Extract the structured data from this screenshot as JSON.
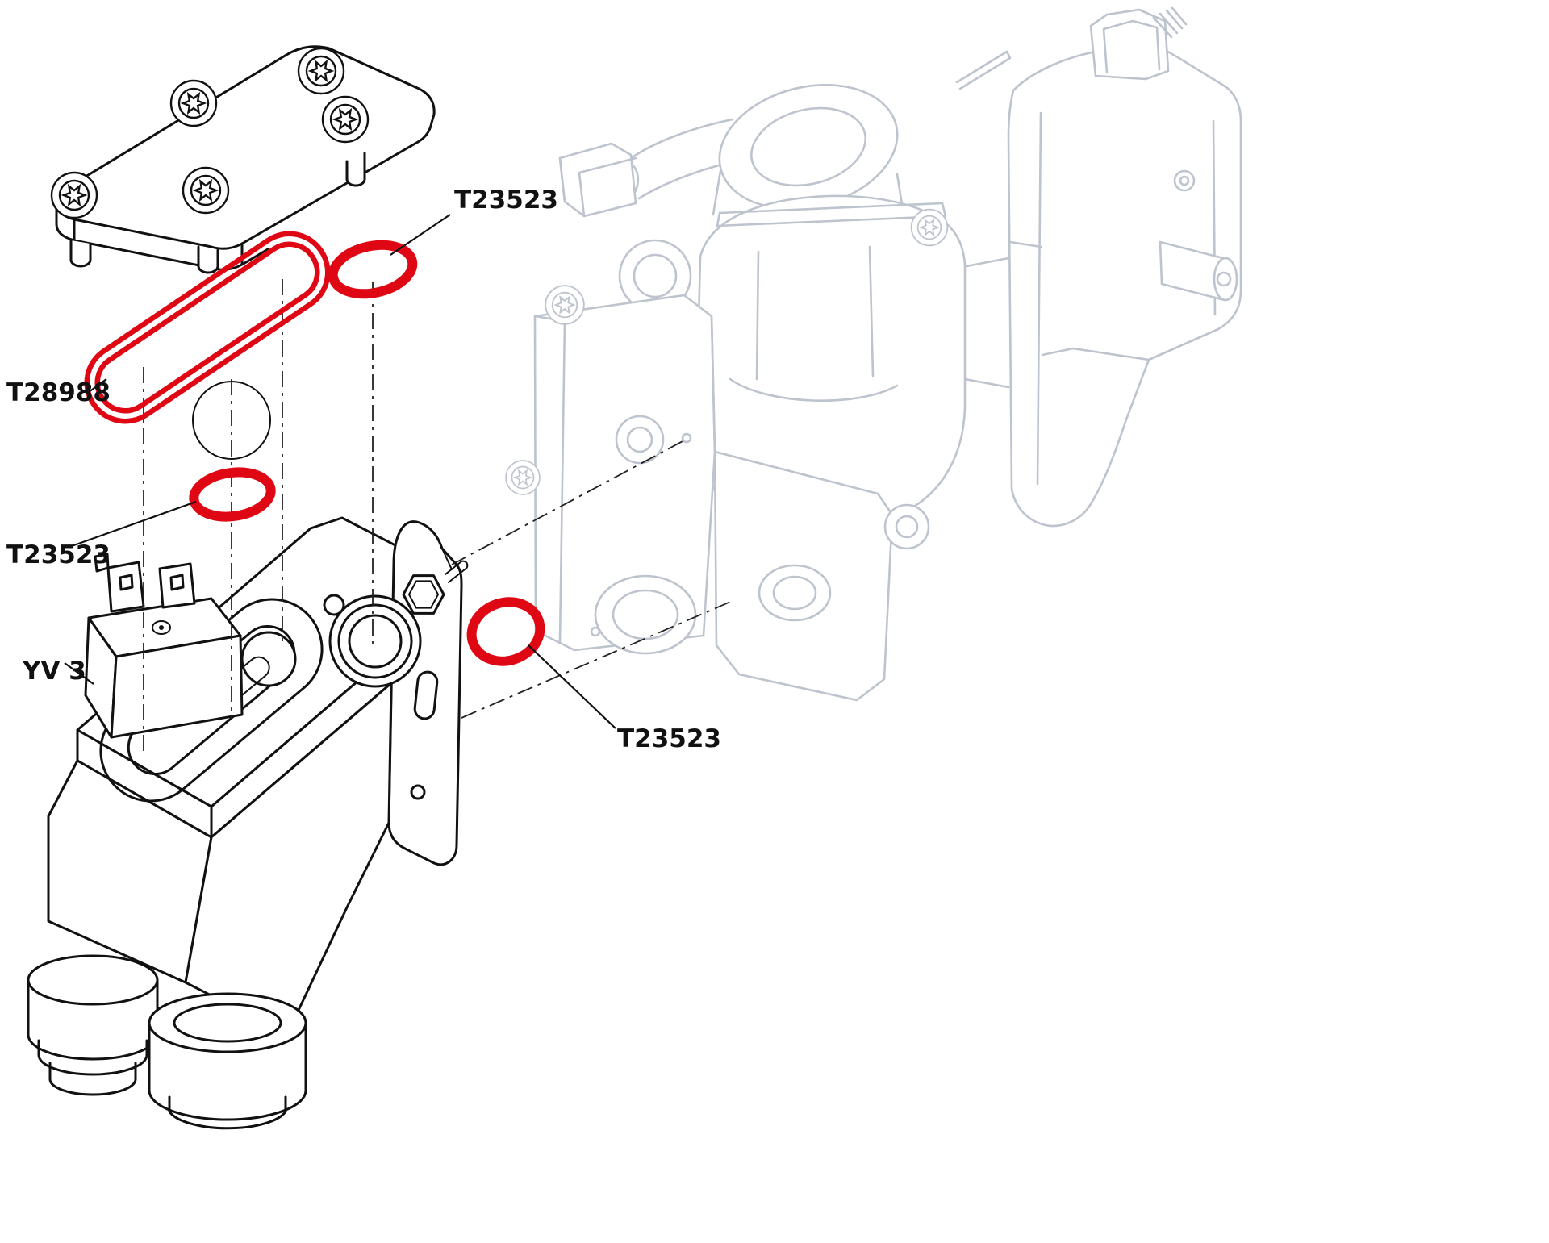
{
  "colors": {
    "highlight": "#e00714",
    "line": "#111111",
    "ghost": "#bdc4cd"
  },
  "labels": {
    "oring_top": "T23523",
    "gasket": "T28988",
    "oring_left": "T23523",
    "solenoid": "YV 3",
    "oring_right": "T23523"
  }
}
